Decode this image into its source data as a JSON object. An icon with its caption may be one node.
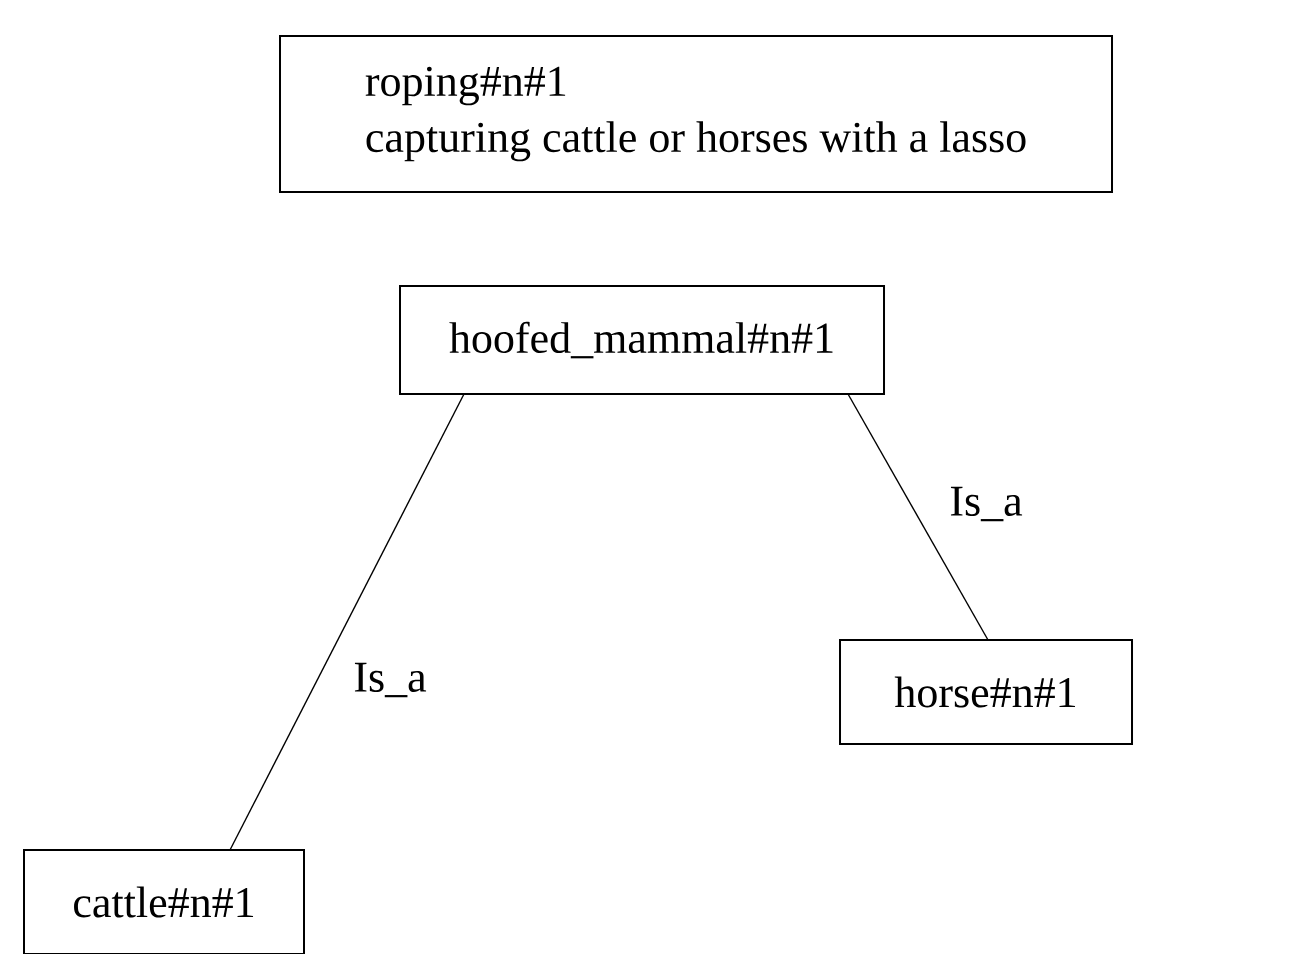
{
  "diagram": {
    "nodes": [
      {
        "text": [
          "roping#n#1",
          "capturing cattle or horses with a lasso"
        ]
      },
      {
        "text": [
          "hoofed_mammal#n#1"
        ]
      },
      {
        "text": [
          "horse#n#1"
        ]
      },
      {
        "text": [
          "cattle#n#1"
        ]
      }
    ],
    "edges": [
      {
        "from": 1,
        "to": 2,
        "arrow": "none",
        "label": "Is_a"
      },
      {
        "from": 1,
        "to": 3,
        "arrow": "none",
        "label": "Is_a"
      }
    ]
  }
}
